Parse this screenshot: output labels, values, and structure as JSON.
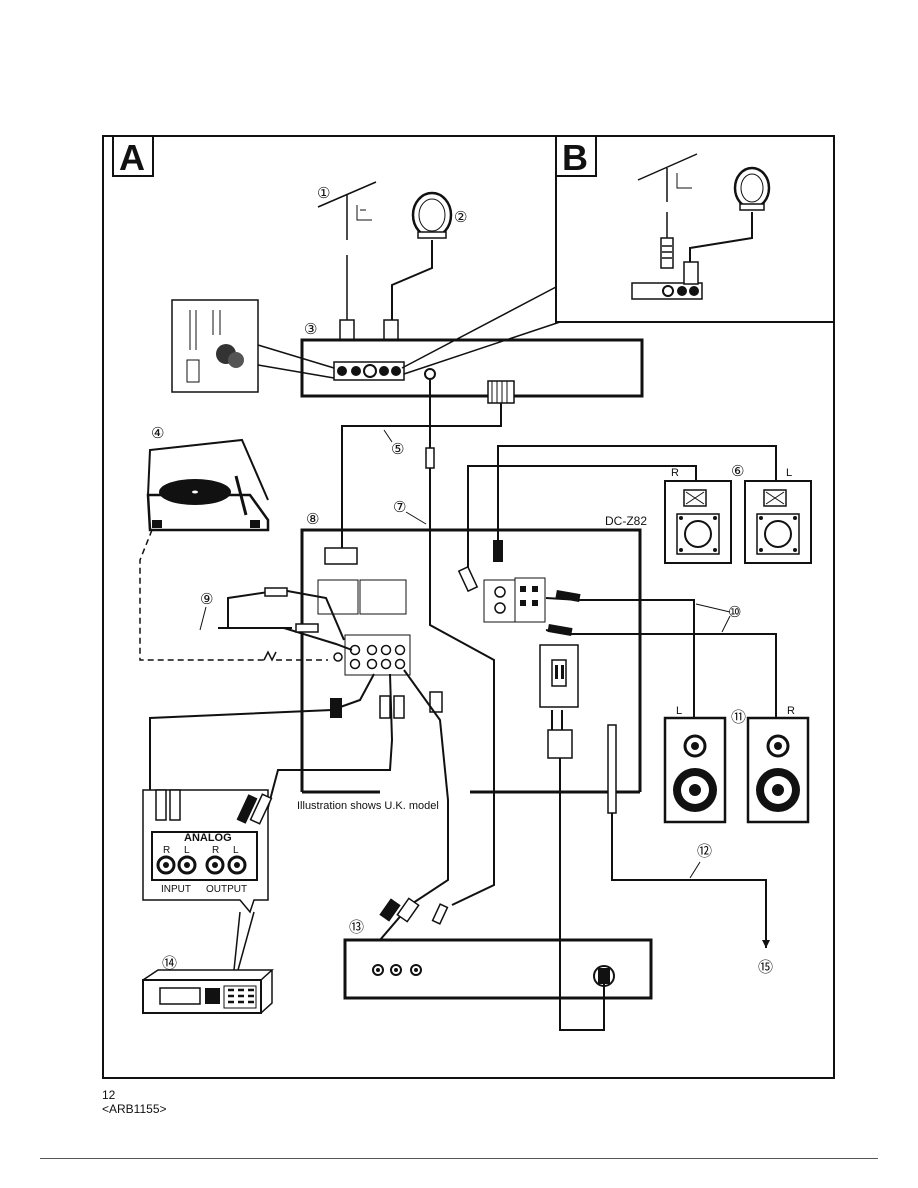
{
  "panels": {
    "a": "A",
    "b": "B"
  },
  "callouts": {
    "c1": "①",
    "c2": "②",
    "c3": "③",
    "c4": "④",
    "c5": "⑤",
    "c6": "⑥",
    "c7": "⑦",
    "c8": "⑧",
    "c9": "⑨",
    "c10": "⑩",
    "c11": "⑪",
    "c12": "⑫",
    "c13": "⑬",
    "c14": "⑭",
    "c15": "⑮"
  },
  "model_name": "DC-Z82",
  "illustration_note": "Illustration shows U.K. model",
  "speaker_labels": {
    "r_top": "R",
    "l_top": "L",
    "l_bottom": "L",
    "r_bottom": "R"
  },
  "analog_panel": {
    "title": "ANALOG",
    "r1": "R",
    "l1": "L",
    "r2": "R",
    "l2": "L",
    "input": "INPUT",
    "output": "OUTPUT"
  },
  "footer": {
    "page": "12",
    "code": "<ARB1155>"
  }
}
